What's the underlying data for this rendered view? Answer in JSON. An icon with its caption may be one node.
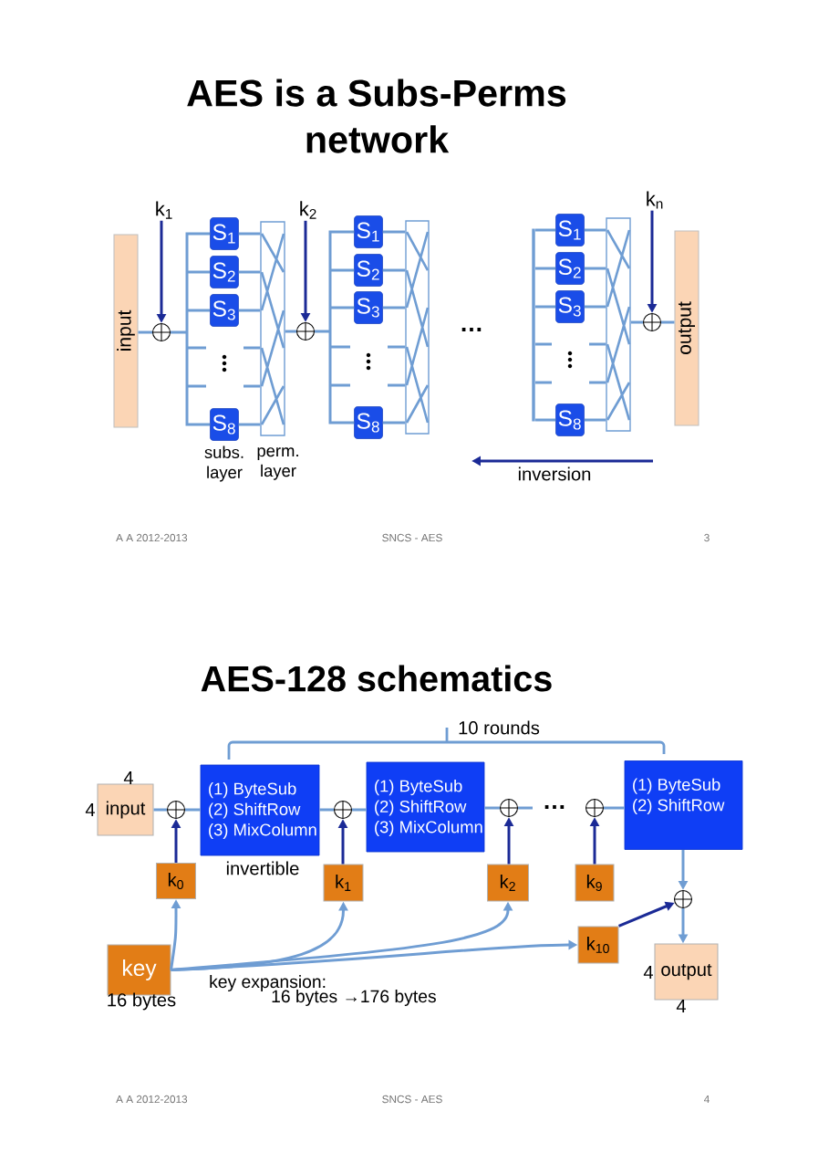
{
  "diagram": {
    "nodes": [
      {
        "text": [
          "input"
        ]
      },
      {
        "text": [
          "k$_{1}$"
        ]
      },
      {
        "text": [],
        "shape": "circle"
      },
      {
        "text": [
          "S$_{1}$"
        ]
      },
      {
        "text": [
          "S$_{2}$"
        ]
      },
      {
        "text": [
          "S$_{3}$"
        ]
      },
      {
        "text": [
          "S$_{8}$"
        ]
      },
      {
        "text": [],
        "shape": "box"
      },
      {
        "text": [
          "k$_{2}$"
        ]
      },
      {
        "text": [],
        "shape": "circle"
      },
      {
        "text": [
          "S$_{1}$"
        ]
      },
      {
        "text": [
          "S$_{2}$"
        ]
      },
      {
        "text": [
          "S$_{3}$"
        ]
      },
      {
        "text": [
          "S$_{8}$"
        ]
      },
      {
        "text": [],
        "shape": "box"
      },
      {
        "text": [
          "S$_{1}$"
        ]
      },
      {
        "text": [
          "S$_{2}$"
        ]
      },
      {
        "text": [
          "S$_{3}$"
        ]
      },
      {
        "text": [
          "S$_{8}$"
        ]
      },
      {
        "text": [],
        "shape": "box"
      },
      {
        "text": [
          "k$_{n}$"
        ]
      },
      {
        "text": [],
        "shape": "circle"
      },
      {
        "text": [
          "output"
        ]
      },
      {
        "text": [
          "input"
        ],
        "beside": [
          "4",
          "4"
        ]
      },
      {
        "text": [],
        "shape": "circle"
      },
      {
        "text": [
          "(1) ByteSub",
          "(2) ShiftRow",
          "(3) MixColumn"
        ],
        "beside": [
          "invertible"
        ]
      },
      {
        "text": [],
        "shape": "circle"
      },
      {
        "text": [
          "(1) ByteSub",
          "(2) ShiftRow",
          "(3) MixColumn"
        ]
      },
      {
        "text": [],
        "shape": "circle"
      },
      {
        "text": [],
        "shape": "circle"
      },
      {
        "text": [
          "(1) ByteSub",
          "(2) ShiftRow"
        ]
      },
      {
        "text": [
          "k$_{0}$"
        ]
      },
      {
        "text": [
          "k$_{1}$"
        ]
      },
      {
        "text": [
          "k$_{2}$"
        ]
      },
      {
        "text": [
          "k$_{9}$"
        ]
      },
      {
        "text": [],
        "shape": "circle"
      },
      {
        "text": [
          "key"
        ],
        "beside": [
          "16 bytes"
        ]
      },
      {
        "text": [
          "k$_{10}$"
        ]
      },
      {
        "text": [
          "output"
        ],
        "beside": [
          "4",
          "4"
        ]
      },
      {
        "text": [],
        "shape": "bar"
      }
    ],
    "edges": [
      {
        "from": 0,
        "to": 2,
        "arrow": "none"
      },
      {
        "from": 1,
        "to": 2,
        "arrow": "to",
        "color": "#1b2a96"
      },
      {
        "from": 2,
        "to": 3,
        "arrow": "none"
      },
      {
        "from": 2,
        "to": 4,
        "arrow": "none"
      },
      {
        "from": 2,
        "to": 5,
        "arrow": "none"
      },
      {
        "from": 2,
        "to": 6,
        "arrow": "none"
      },
      {
        "from": 3,
        "to": 7,
        "arrow": "none"
      },
      {
        "from": 4,
        "to": 7,
        "arrow": "none"
      },
      {
        "from": 5,
        "to": 7,
        "arrow": "none"
      },
      {
        "from": 6,
        "to": 7,
        "arrow": "none"
      },
      {
        "from": 7,
        "to": 9,
        "arrow": "none"
      },
      {
        "from": 8,
        "to": 9,
        "arrow": "to",
        "color": "#1b2a96"
      },
      {
        "from": 9,
        "to": 10,
        "arrow": "none"
      },
      {
        "from": 9,
        "to": 11,
        "arrow": "none"
      },
      {
        "from": 9,
        "to": 12,
        "arrow": "none"
      },
      {
        "from": 9,
        "to": 13,
        "arrow": "none"
      },
      {
        "from": 10,
        "to": 14,
        "arrow": "none"
      },
      {
        "from": 11,
        "to": 14,
        "arrow": "none"
      },
      {
        "from": 12,
        "to": 14,
        "arrow": "none"
      },
      {
        "from": 13,
        "to": 14,
        "arrow": "none"
      },
      {
        "from": 39,
        "to": 15,
        "arrow": "none"
      },
      {
        "from": 39,
        "to": 16,
        "arrow": "none"
      },
      {
        "from": 39,
        "to": 17,
        "arrow": "none"
      },
      {
        "from": 39,
        "to": 18,
        "arrow": "none"
      },
      {
        "from": 15,
        "to": 19,
        "arrow": "none"
      },
      {
        "from": 16,
        "to": 19,
        "arrow": "none"
      },
      {
        "from": 17,
        "to": 19,
        "arrow": "none"
      },
      {
        "from": 18,
        "to": 19,
        "arrow": "none"
      },
      {
        "from": 19,
        "to": 21,
        "arrow": "none"
      },
      {
        "from": 20,
        "to": 21,
        "arrow": "to",
        "color": "#1b2a96"
      },
      {
        "from": 21,
        "to": 22,
        "arrow": "none"
      },
      {
        "from": 23,
        "to": 24,
        "arrow": "none"
      },
      {
        "from": 24,
        "to": 25,
        "arrow": "none"
      },
      {
        "from": 31,
        "to": 24,
        "arrow": "to",
        "color": "#1b2a96"
      },
      {
        "from": 25,
        "to": 26,
        "arrow": "none"
      },
      {
        "from": 32,
        "to": 26,
        "arrow": "to",
        "color": "#1b2a96"
      },
      {
        "from": 26,
        "to": 27,
        "arrow": "none"
      },
      {
        "from": 27,
        "to": 28,
        "arrow": "none"
      },
      {
        "from": 33,
        "to": 28,
        "arrow": "to",
        "color": "#1b2a96"
      },
      {
        "from": 28,
        "to": null,
        "arrow": "none"
      },
      {
        "from": 34,
        "to": 29,
        "arrow": "to",
        "color": "#1b2a96"
      },
      {
        "from": 29,
        "to": 30,
        "arrow": "none"
      },
      {
        "from": 30,
        "to": 35,
        "arrow": "to"
      },
      {
        "from": 37,
        "to": 35,
        "arrow": "to",
        "color": "#1b2a96"
      },
      {
        "from": 35,
        "to": 38,
        "arrow": "to"
      },
      {
        "from": 36,
        "to": 31,
        "arrow": "to"
      },
      {
        "from": 36,
        "to": 32,
        "arrow": "to"
      },
      {
        "from": 36,
        "to": 33,
        "arrow": "to"
      },
      {
        "from": 36,
        "to": 37,
        "arrow": "to"
      },
      {
        "from": null,
        "to": 7,
        "arrow": "none"
      },
      {
        "from": null,
        "to": 7,
        "arrow": "none"
      },
      {
        "from": null,
        "to": 14,
        "arrow": "none"
      },
      {
        "from": null,
        "to": 14,
        "arrow": "none"
      },
      {
        "from": null,
        "to": 19,
        "arrow": "none"
      },
      {
        "from": null,
        "to": 19,
        "arrow": "none"
      },
      {
        "from": 39,
        "to": null,
        "arrow": "none"
      },
      {
        "from": 39,
        "to": null,
        "arrow": "none"
      }
    ],
    "labels": [
      "AES is a Subs-Perms network",
      "…",
      "subs. layer",
      "perm. layer",
      "inversion",
      "A A 2012-2013",
      "SNCS - AES",
      "3",
      "AES-128 schematics",
      "10 rounds",
      "…",
      "key expansion:",
      "16 bytes →176 bytes",
      "A A 2012-2013",
      "SNCS - AES",
      "4"
    ]
  }
}
